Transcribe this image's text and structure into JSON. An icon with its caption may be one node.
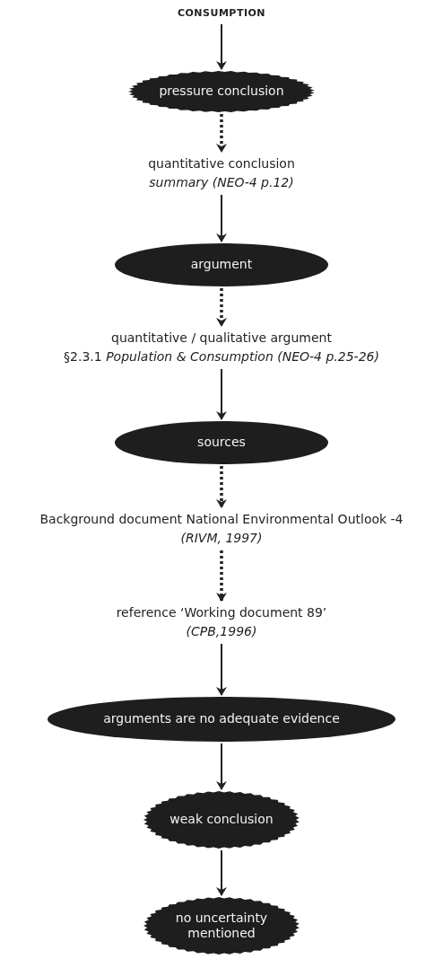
{
  "diagram": {
    "nodes": [
      {
        "text": [
          "CONSUMPTION"
        ]
      },
      {
        "text": [
          "pressure conclusion"
        ]
      },
      {
        "text": [
          "quantitative conclusion",
          "summary (NEO-4 p.12)"
        ]
      },
      {
        "text": [
          "argument"
        ]
      },
      {
        "text": [
          "quantitative / qualitative argument",
          "§2.3.1 *Population & Consumption (NEO-4 p.25-26)*"
        ]
      },
      {
        "text": [
          "sources"
        ]
      },
      {
        "text": [
          "Background document National Environmental Outlook -4",
          "(RIVM, 1997)"
        ]
      },
      {
        "text": [
          "reference ‘Working document 89’",
          "(CPB,1996)"
        ]
      },
      {
        "text": [
          "arguments are no adequate evidence"
        ]
      },
      {
        "text": [
          "weak conclusion"
        ]
      },
      {
        "text": [
          "no uncertainty mentioned"
        ]
      }
    ],
    "edges": [
      {
        "from": 0,
        "to": 1,
        "arrow": "to"
      },
      {
        "from": 1,
        "to": 2,
        "arrow": "to",
        "style": "dashed"
      },
      {
        "from": 2,
        "to": 3,
        "arrow": "to"
      },
      {
        "from": 3,
        "to": 4,
        "arrow": "to",
        "style": "dashed"
      },
      {
        "from": 4,
        "to": 5,
        "arrow": "to"
      },
      {
        "from": 5,
        "to": 6,
        "arrow": "to",
        "style": "dashed"
      },
      {
        "from": 6,
        "to": 7,
        "arrow": "to",
        "style": "dashed"
      },
      {
        "from": 7,
        "to": 8,
        "arrow": "to"
      },
      {
        "from": 8,
        "to": 9,
        "arrow": "to"
      },
      {
        "from": 9,
        "to": 10,
        "arrow": "to"
      }
    ]
  }
}
